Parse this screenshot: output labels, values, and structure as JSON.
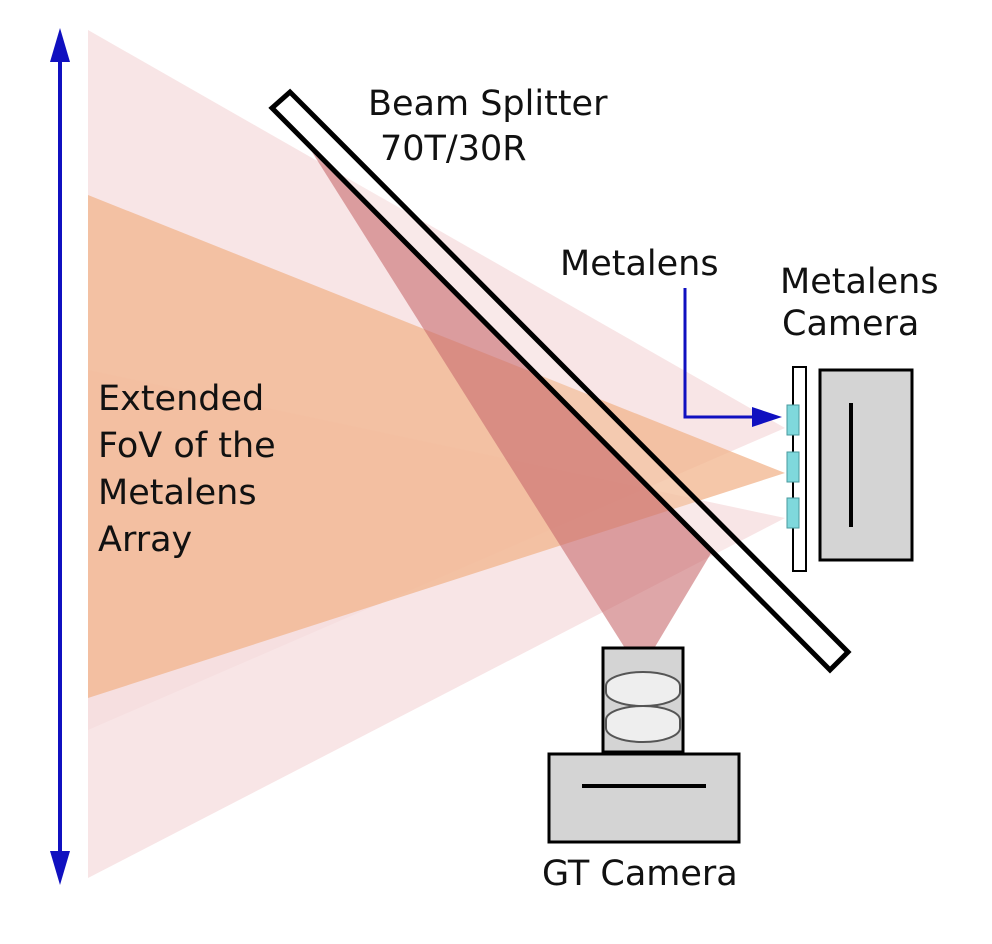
{
  "labels": {
    "beam_splitter_line1": "Beam Splitter",
    "beam_splitter_line2": "70T/30R",
    "metalens": "Metalens",
    "metalens_camera_line1": "Metalens",
    "metalens_camera_line2": "Camera",
    "fov_line1": "Extended",
    "fov_line2": "FoV of the",
    "fov_line3": "Metalens",
    "fov_line4": "Array",
    "gt_camera": "GT Camera"
  },
  "colors": {
    "fov_light": "#f5dcdd",
    "fov_orange": "#f2b48c",
    "gt_beam": "#c86a6e",
    "arrow_blue": "#1010c0",
    "metalens_cyan": "#7fd8dc",
    "camera_gray": "#d4d4d4",
    "outline": "#000000"
  }
}
